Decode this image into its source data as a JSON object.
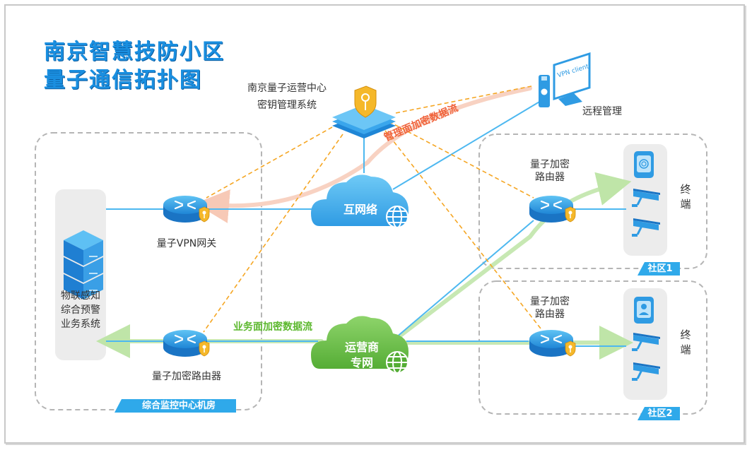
{
  "title": {
    "line1": "南京智慧技防小区",
    "line2": "量子通信拓扑图"
  },
  "ops_center": {
    "line1": "南京量子运营中心",
    "line2": "密钥管理系统"
  },
  "remote": {
    "vpn_screen_text": "VPN client",
    "label": "远程管理"
  },
  "control_room": {
    "tag": "综合监控中心机房",
    "iot_system": [
      "物联感知",
      "综合预警",
      "业务系统"
    ],
    "vpn_gateway": "量子VPN网关",
    "encrypt_router": "量子加密路由器"
  },
  "clouds": {
    "internet": "互网络",
    "carrier_line1": "运营商",
    "carrier_line2": "专网"
  },
  "flows": {
    "management": "管理面加密数据流",
    "business": "业务面加密数据流"
  },
  "community1": {
    "tag": "社区1",
    "router_line1": "量子加密",
    "router_line2": "路由器",
    "terminal": [
      "终",
      "端"
    ]
  },
  "community2": {
    "tag": "社区2",
    "router_line1": "量子加密",
    "router_line2": "路由器",
    "terminal": [
      "终",
      "端"
    ]
  },
  "colors": {
    "title_blue": "#1a8fe0",
    "link_blue": "#4db8f0",
    "key_orange": "#f5a623",
    "mgmt_flow": "#f0623a",
    "biz_flow": "#5cb82e",
    "tag_blue": "#2fa9ea"
  },
  "icons": [
    "server-stack-icon",
    "router-icon",
    "shield-key-icon",
    "cloud-icon",
    "globe-icon",
    "cctv-camera-icon",
    "fingerprint-panel-icon",
    "face-id-panel-icon",
    "vpn-monitor-icon",
    "vpn-token-icon"
  ]
}
